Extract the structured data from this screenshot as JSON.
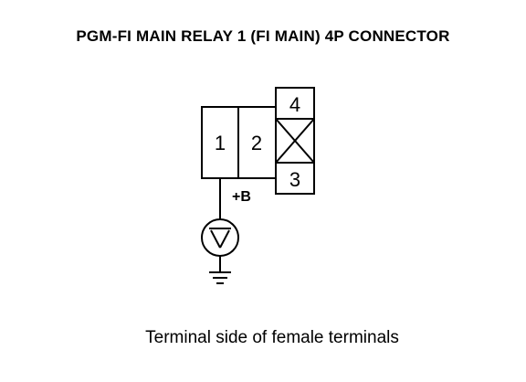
{
  "diagram": {
    "title": "PGM-FI MAIN RELAY 1 (FI MAIN) 4P CONNECTOR",
    "caption": "Terminal side of female terminals",
    "terminals": {
      "t1": "1",
      "t2": "2",
      "t3": "3",
      "t4": "4"
    },
    "probe_label": "+B",
    "icons": {
      "meter": "voltmeter-icon",
      "ground": "ground-icon",
      "empty_cavity": "crossed-box-icon"
    }
  }
}
